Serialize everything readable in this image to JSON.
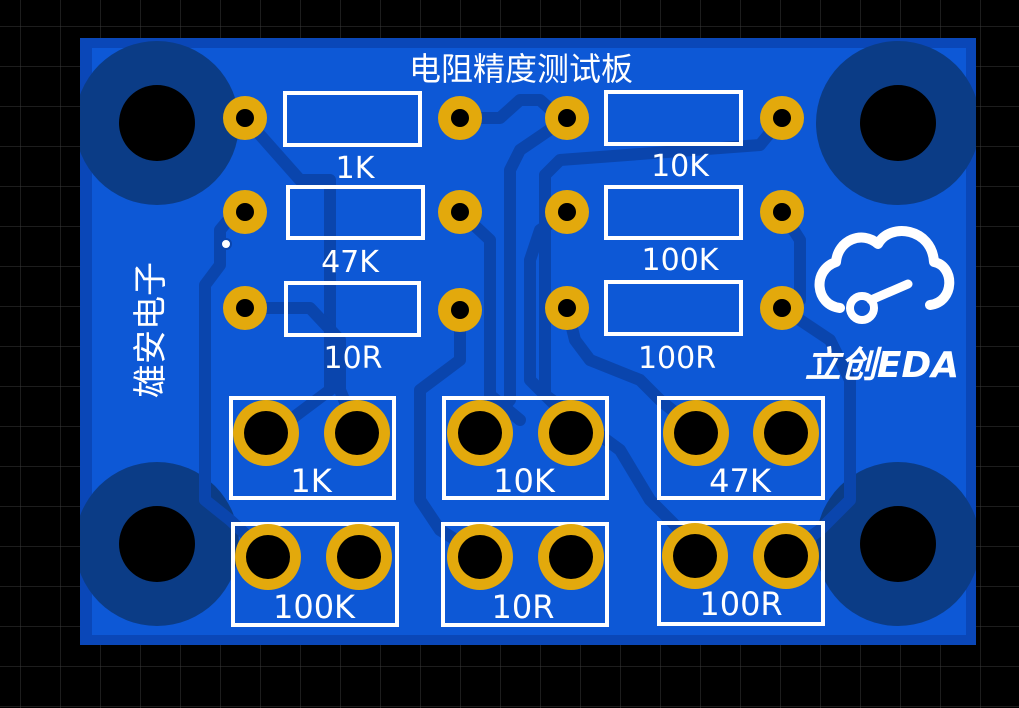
{
  "board": {
    "title": "电阻精度测试板",
    "side_label": "雄安电子",
    "logo_text": "立创EDA",
    "colors": {
      "background": "#000000",
      "grid": "#3a3a3a",
      "board": "#0d55d1",
      "board_edge": "#0a47b8",
      "copper_fill": "#0a5ad8",
      "trace": "#0c4fb7",
      "mount_ring": "#0b3c86",
      "pad_ring": "#e3a90c",
      "hole": "#000000",
      "silkscreen": "#ffffff"
    }
  },
  "resistors": [
    {
      "id": "r1",
      "label": "1K"
    },
    {
      "id": "r2",
      "label": "47K"
    },
    {
      "id": "r3",
      "label": "10R"
    },
    {
      "id": "r4",
      "label": "10K"
    },
    {
      "id": "r5",
      "label": "100K"
    },
    {
      "id": "r6",
      "label": "100R"
    }
  ],
  "terminals": [
    {
      "id": "t1",
      "label": "1K"
    },
    {
      "id": "t2",
      "label": "10K"
    },
    {
      "id": "t3",
      "label": "47K"
    },
    {
      "id": "t4",
      "label": "100K"
    },
    {
      "id": "t5",
      "label": "10R"
    },
    {
      "id": "t6",
      "label": "100R"
    }
  ]
}
